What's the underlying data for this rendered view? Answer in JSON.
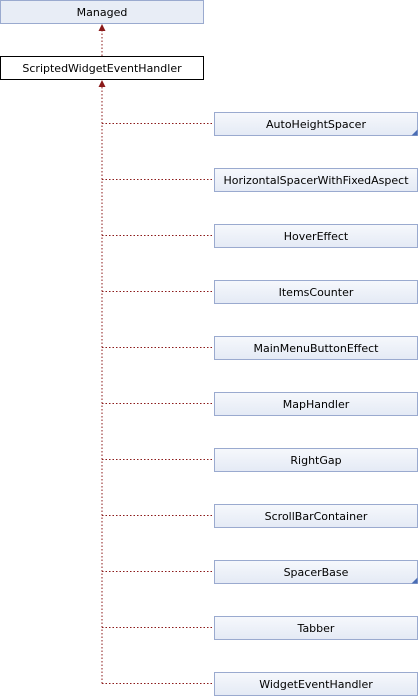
{
  "diagram": {
    "colors": {
      "base_fill": "#e8edf6",
      "base_stroke": "#9aaacf",
      "focus_fill": "#ffffff",
      "focus_stroke": "#000000",
      "child_fill_top": "#f6f8fc",
      "child_fill_bottom": "#e4eaf5",
      "child_stroke": "#9aaacf",
      "edge": "#8b1a1a",
      "corner_marker": "#4a6db5"
    },
    "root": {
      "label": "Managed"
    },
    "focus": {
      "label": "ScriptedWidgetEventHandler"
    },
    "children": [
      {
        "label": "AutoHeightSpacer",
        "has_children": true
      },
      {
        "label": "HorizontalSpacerWithFixedAspect",
        "has_children": false
      },
      {
        "label": "HoverEffect",
        "has_children": false
      },
      {
        "label": "ItemsCounter",
        "has_children": false
      },
      {
        "label": "MainMenuButtonEffect",
        "has_children": false
      },
      {
        "label": "MapHandler",
        "has_children": false
      },
      {
        "label": "RightGap",
        "has_children": false
      },
      {
        "label": "ScrollBarContainer",
        "has_children": false
      },
      {
        "label": "SpacerBase",
        "has_children": true
      },
      {
        "label": "Tabber",
        "has_children": false
      },
      {
        "label": "WidgetEventHandler",
        "has_children": false
      }
    ]
  }
}
